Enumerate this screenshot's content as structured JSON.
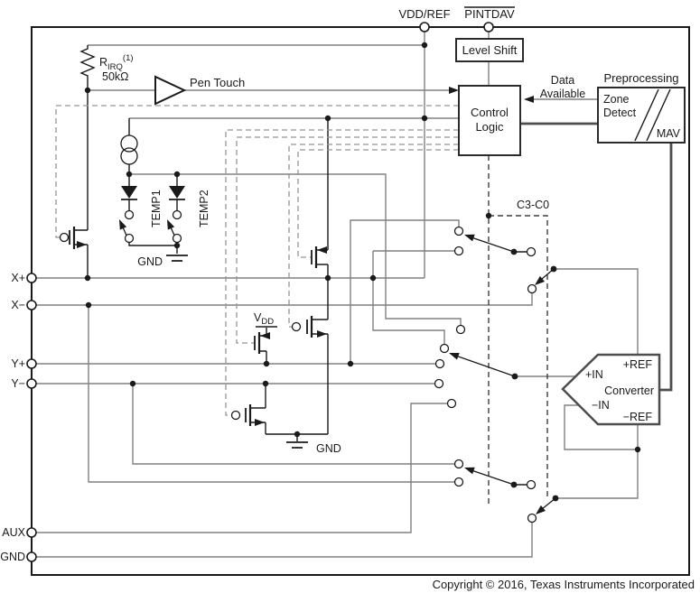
{
  "pins": {
    "top": [
      {
        "label": "VDD/REF"
      },
      {
        "label": "PINTDAV",
        "overline": true
      }
    ],
    "left": [
      "X+",
      "X−",
      "Y+",
      "Y−",
      "AUX",
      "GND"
    ]
  },
  "blocks": {
    "level_shift": "Level Shift",
    "control_logic": [
      "Control",
      "Logic"
    ],
    "preprocessing_title": "Preprocessing",
    "zone_detect": [
      "Zone",
      "Detect"
    ],
    "mav": "MAV",
    "converter": {
      "name": "Converter",
      "in_pos": "+IN",
      "in_neg": "−IN",
      "ref_pos": "+REF",
      "ref_neg": "−REF"
    }
  },
  "labels": {
    "data_available": [
      "Data",
      "Available"
    ],
    "pen_touch": "Pen Touch",
    "r_irq_base": "R",
    "r_irq_sub": "IRQ",
    "r_irq_sup": "(1)",
    "r_irq_value": "50kΩ",
    "temp1": "TEMP1",
    "temp2": "TEMP2",
    "gnd_temp": "GND",
    "gnd_mid": "GND",
    "vdd_base": "V",
    "vdd_sub": "DD",
    "c3c0": "C3-C0"
  },
  "footer": {
    "copyright": "Copyright © 2016, Texas Instruments Incorporated"
  },
  "colors": {
    "wire": "#808080",
    "dark": "#1a1a1a",
    "thick": "#4d4d4d",
    "dash_gray": "#949494",
    "dash_dark": "#3d3d3d",
    "background": "#ffffff"
  }
}
